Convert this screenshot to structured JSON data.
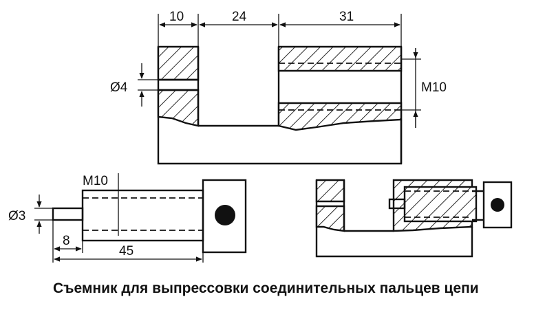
{
  "figure": {
    "caption": "Съемник для выпрессовки соединительных пальцев цепи",
    "top_view": {
      "dim_left": "10",
      "dim_middle": "24",
      "dim_right": "31",
      "hole_diameter": "Ø4",
      "thread": "M10"
    },
    "pin_view": {
      "thread": "M10",
      "tip_diameter": "Ø3",
      "tip_length": "8",
      "total_length": "45"
    }
  }
}
